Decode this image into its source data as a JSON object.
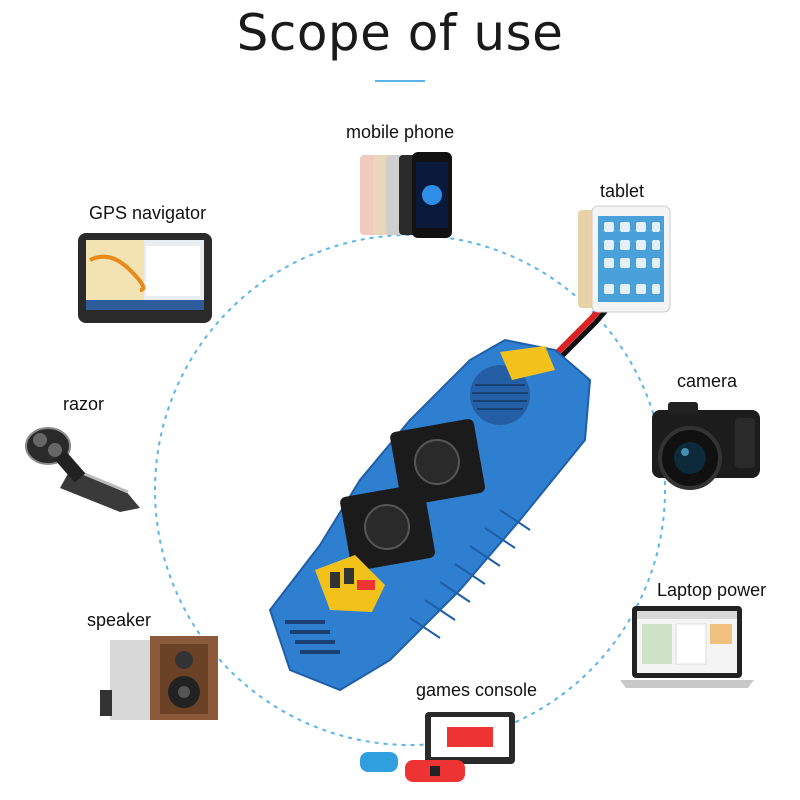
{
  "title": "Scope of use",
  "devices": {
    "mobile_phone": "mobile phone",
    "tablet": "tablet",
    "gps_navigator": "GPS navigator",
    "camera": "camera",
    "razor": "razor",
    "laptop_power": "Laptop power",
    "speaker": "speaker",
    "games_console": "games console"
  },
  "colors": {
    "accent": "#5bb5e8",
    "inverter_body": "#2f7fd0",
    "inverter_panel": "#f2c21b"
  }
}
